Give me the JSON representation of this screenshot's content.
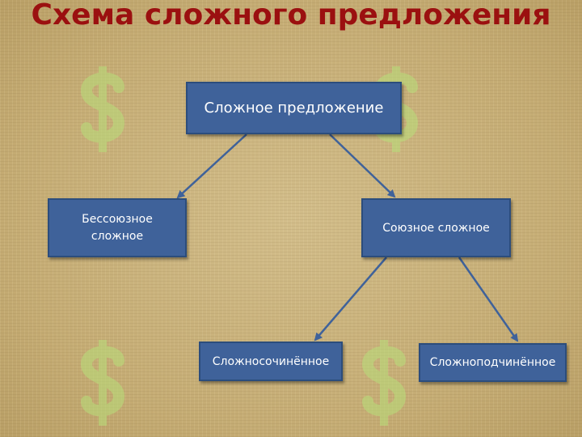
{
  "title": "Схема сложного предложения",
  "nodes": {
    "root": "Сложное предложение",
    "asyndetic": "Бессоюзное сложное",
    "conjunctive": "Союзное сложное",
    "compound": "Сложносочинённое",
    "complex": "Сложноподчинённое"
  },
  "watermark_icon": "dollar-sign-icon",
  "colors": {
    "title": "#9b1010",
    "box_fill": "#3f629a",
    "box_border": "#2c4d7c",
    "arrow": "#3f629a",
    "background": "#c9b27e",
    "watermark": "#b8e07a"
  }
}
